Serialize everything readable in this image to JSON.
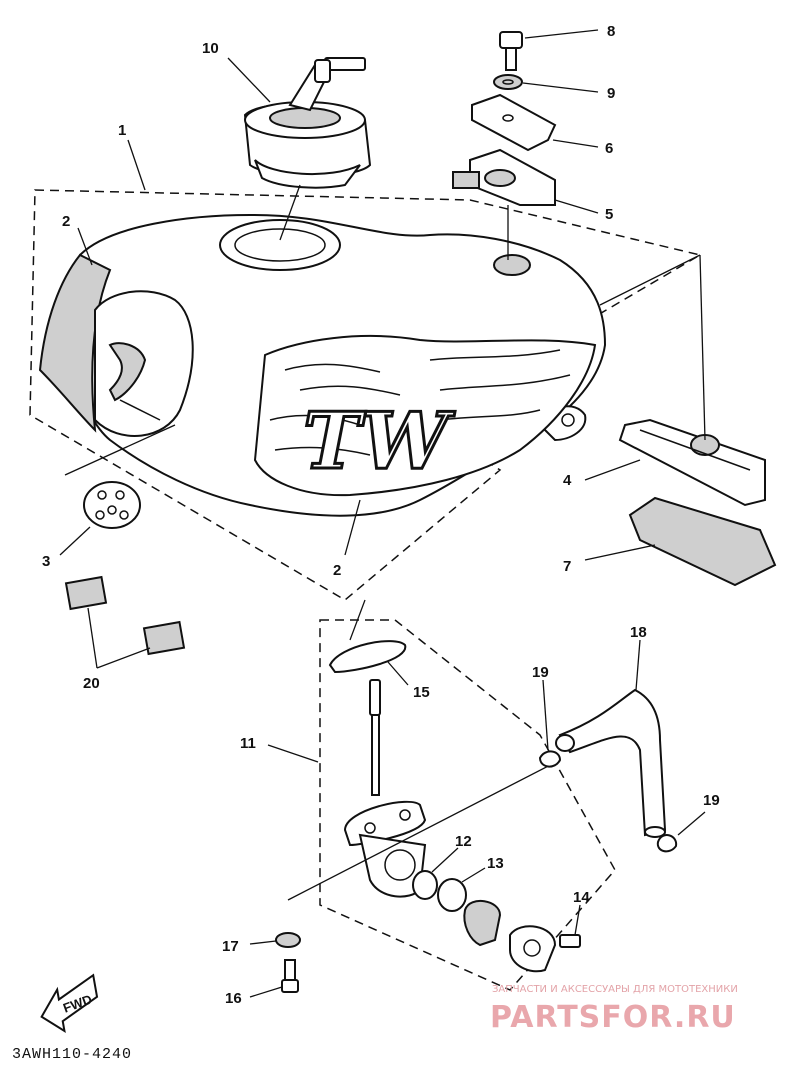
{
  "diagram": {
    "diagram_code": "3AWH110-4240",
    "fwd_arrow_text": "FWD",
    "decal_text": "TW",
    "callouts": [
      {
        "id": "c1",
        "label": "1"
      },
      {
        "id": "c2a",
        "label": "2"
      },
      {
        "id": "c2b",
        "label": "2"
      },
      {
        "id": "c3",
        "label": "3"
      },
      {
        "id": "c4",
        "label": "4"
      },
      {
        "id": "c5",
        "label": "5"
      },
      {
        "id": "c6",
        "label": "6"
      },
      {
        "id": "c7",
        "label": "7"
      },
      {
        "id": "c8",
        "label": "8"
      },
      {
        "id": "c9",
        "label": "9"
      },
      {
        "id": "c10",
        "label": "10"
      },
      {
        "id": "c11",
        "label": "11"
      },
      {
        "id": "c12",
        "label": "12"
      },
      {
        "id": "c13",
        "label": "13"
      },
      {
        "id": "c14",
        "label": "14"
      },
      {
        "id": "c15",
        "label": "15"
      },
      {
        "id": "c16",
        "label": "16"
      },
      {
        "id": "c17",
        "label": "17"
      },
      {
        "id": "c18",
        "label": "18"
      },
      {
        "id": "c19a",
        "label": "19"
      },
      {
        "id": "c19b",
        "label": "19"
      },
      {
        "id": "c20",
        "label": "20"
      }
    ]
  },
  "watermark": {
    "tagline": "ЗАПЧАСТИ И АКСЕССУАРЫ ДЛЯ МОТОТЕХНИКИ",
    "site": "PARTSFOR.RU",
    "color": "#e9a7ac"
  }
}
